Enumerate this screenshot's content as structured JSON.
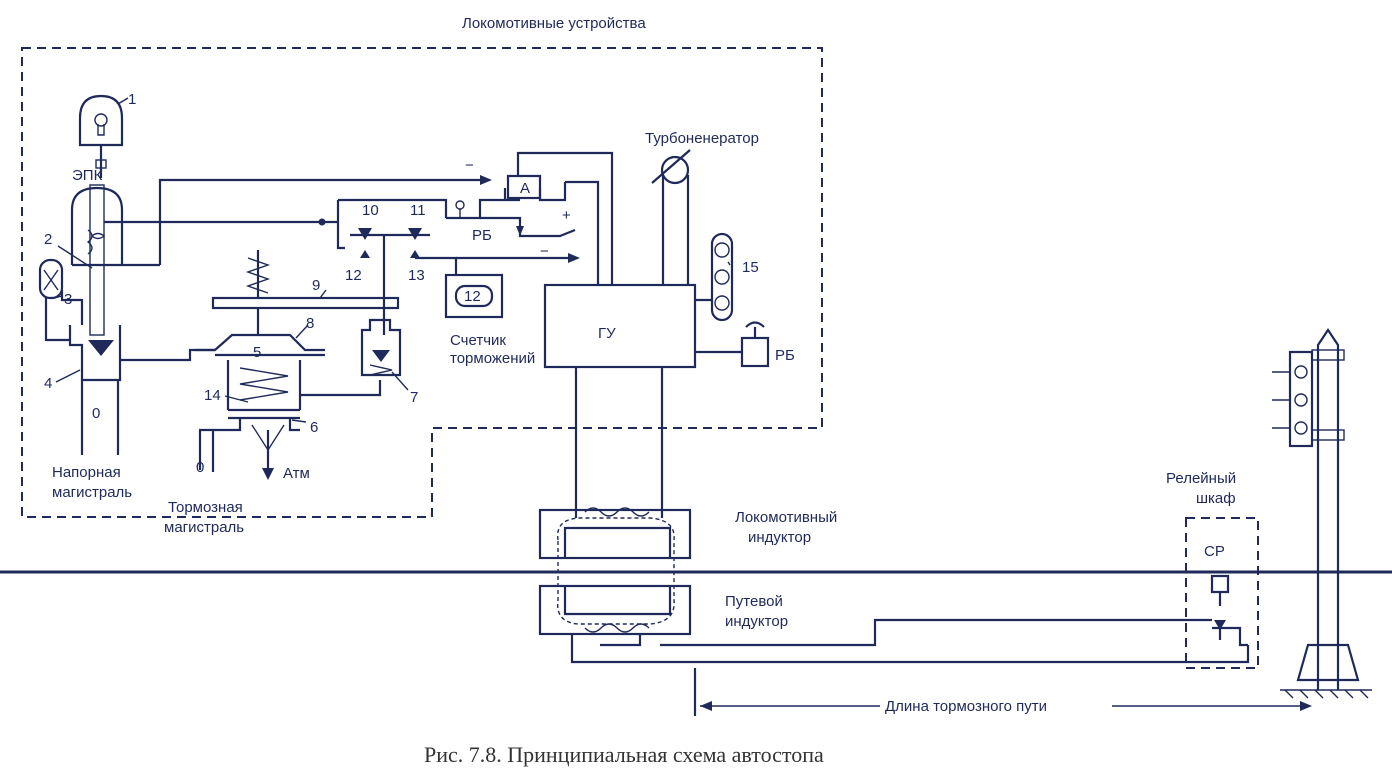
{
  "labels": {
    "loco_devices": "Локомотивные устройства",
    "epk": "ЭПК",
    "turbogen": "Турбоненератор",
    "ammeter": "А",
    "rb1": "РБ",
    "rb2": "РБ",
    "gu": "ГУ",
    "counter_value": "12",
    "counter_l1": "Счетчик",
    "counter_l2": "торможений",
    "atm": "Атм",
    "pressure_l1": "Напорная",
    "pressure_l2": "магистраль",
    "brake_l1": "Тормозная",
    "brake_l2": "магистраль",
    "loco_ind_l1": "Локомотивный",
    "loco_ind_l2": "индуктор",
    "track_ind_l1": "Путевой",
    "track_ind_l2": "индуктор",
    "relay_l1": "Релейный",
    "relay_l2": "шкаф",
    "sr": "СР",
    "brake_dist": "Длина тормозного пути",
    "minus1": "−",
    "minus2": "−",
    "plus": "+",
    "zero1": "0",
    "zero2": "0"
  },
  "numbers": {
    "n1": "1",
    "n2": "2",
    "n3": "3",
    "n4": "4",
    "n5": "5",
    "n6": "6",
    "n7": "7",
    "n8": "8",
    "n9": "9",
    "n10": "10",
    "n11": "11",
    "n12": "12",
    "n13": "13",
    "n14": "14",
    "n15": "15"
  },
  "caption": "Рис. 7.8. Принципиальная схема автостопа",
  "colors": {
    "ink": "#1f2a5a",
    "caption": "#333333"
  }
}
